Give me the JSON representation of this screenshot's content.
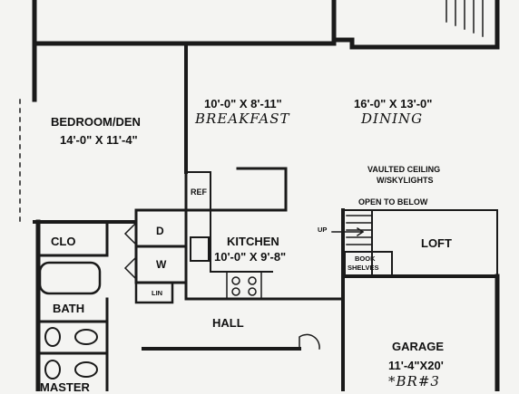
{
  "rooms": {
    "bedroom_den": {
      "name": "BEDROOM/DEN",
      "size": "14'-0\" X 11'-4\""
    },
    "breakfast": {
      "size": "10'-0\" X 8'-11\"",
      "name": "BREAKFAST"
    },
    "dining": {
      "size": "16'-0\" X 13'-0\"",
      "name": "DINING"
    },
    "vaulted": {
      "line1": "VAULTED CEILING",
      "line2": "W/SKYLIGHTS"
    },
    "open_below": "OPEN TO BELOW",
    "kitchen": {
      "name": "KITCHEN",
      "size": "10'-0\" X 9'-8\""
    },
    "ref": "REF",
    "dryer": "D",
    "washer": "W",
    "lin": "LIN",
    "clo": "CLO",
    "bath": "BATH",
    "loft": "LOFT",
    "book_shelves": {
      "line1": "BOOK",
      "line2": "SHELVES"
    },
    "up": "UP",
    "hall": "HALL",
    "garage": {
      "name": "GARAGE",
      "size": "11'-4\"X20'",
      "note": "*BR#3"
    },
    "master": "MASTER"
  },
  "colors": {
    "wall": "#1a1a1a",
    "paper": "#f4f4f2"
  }
}
